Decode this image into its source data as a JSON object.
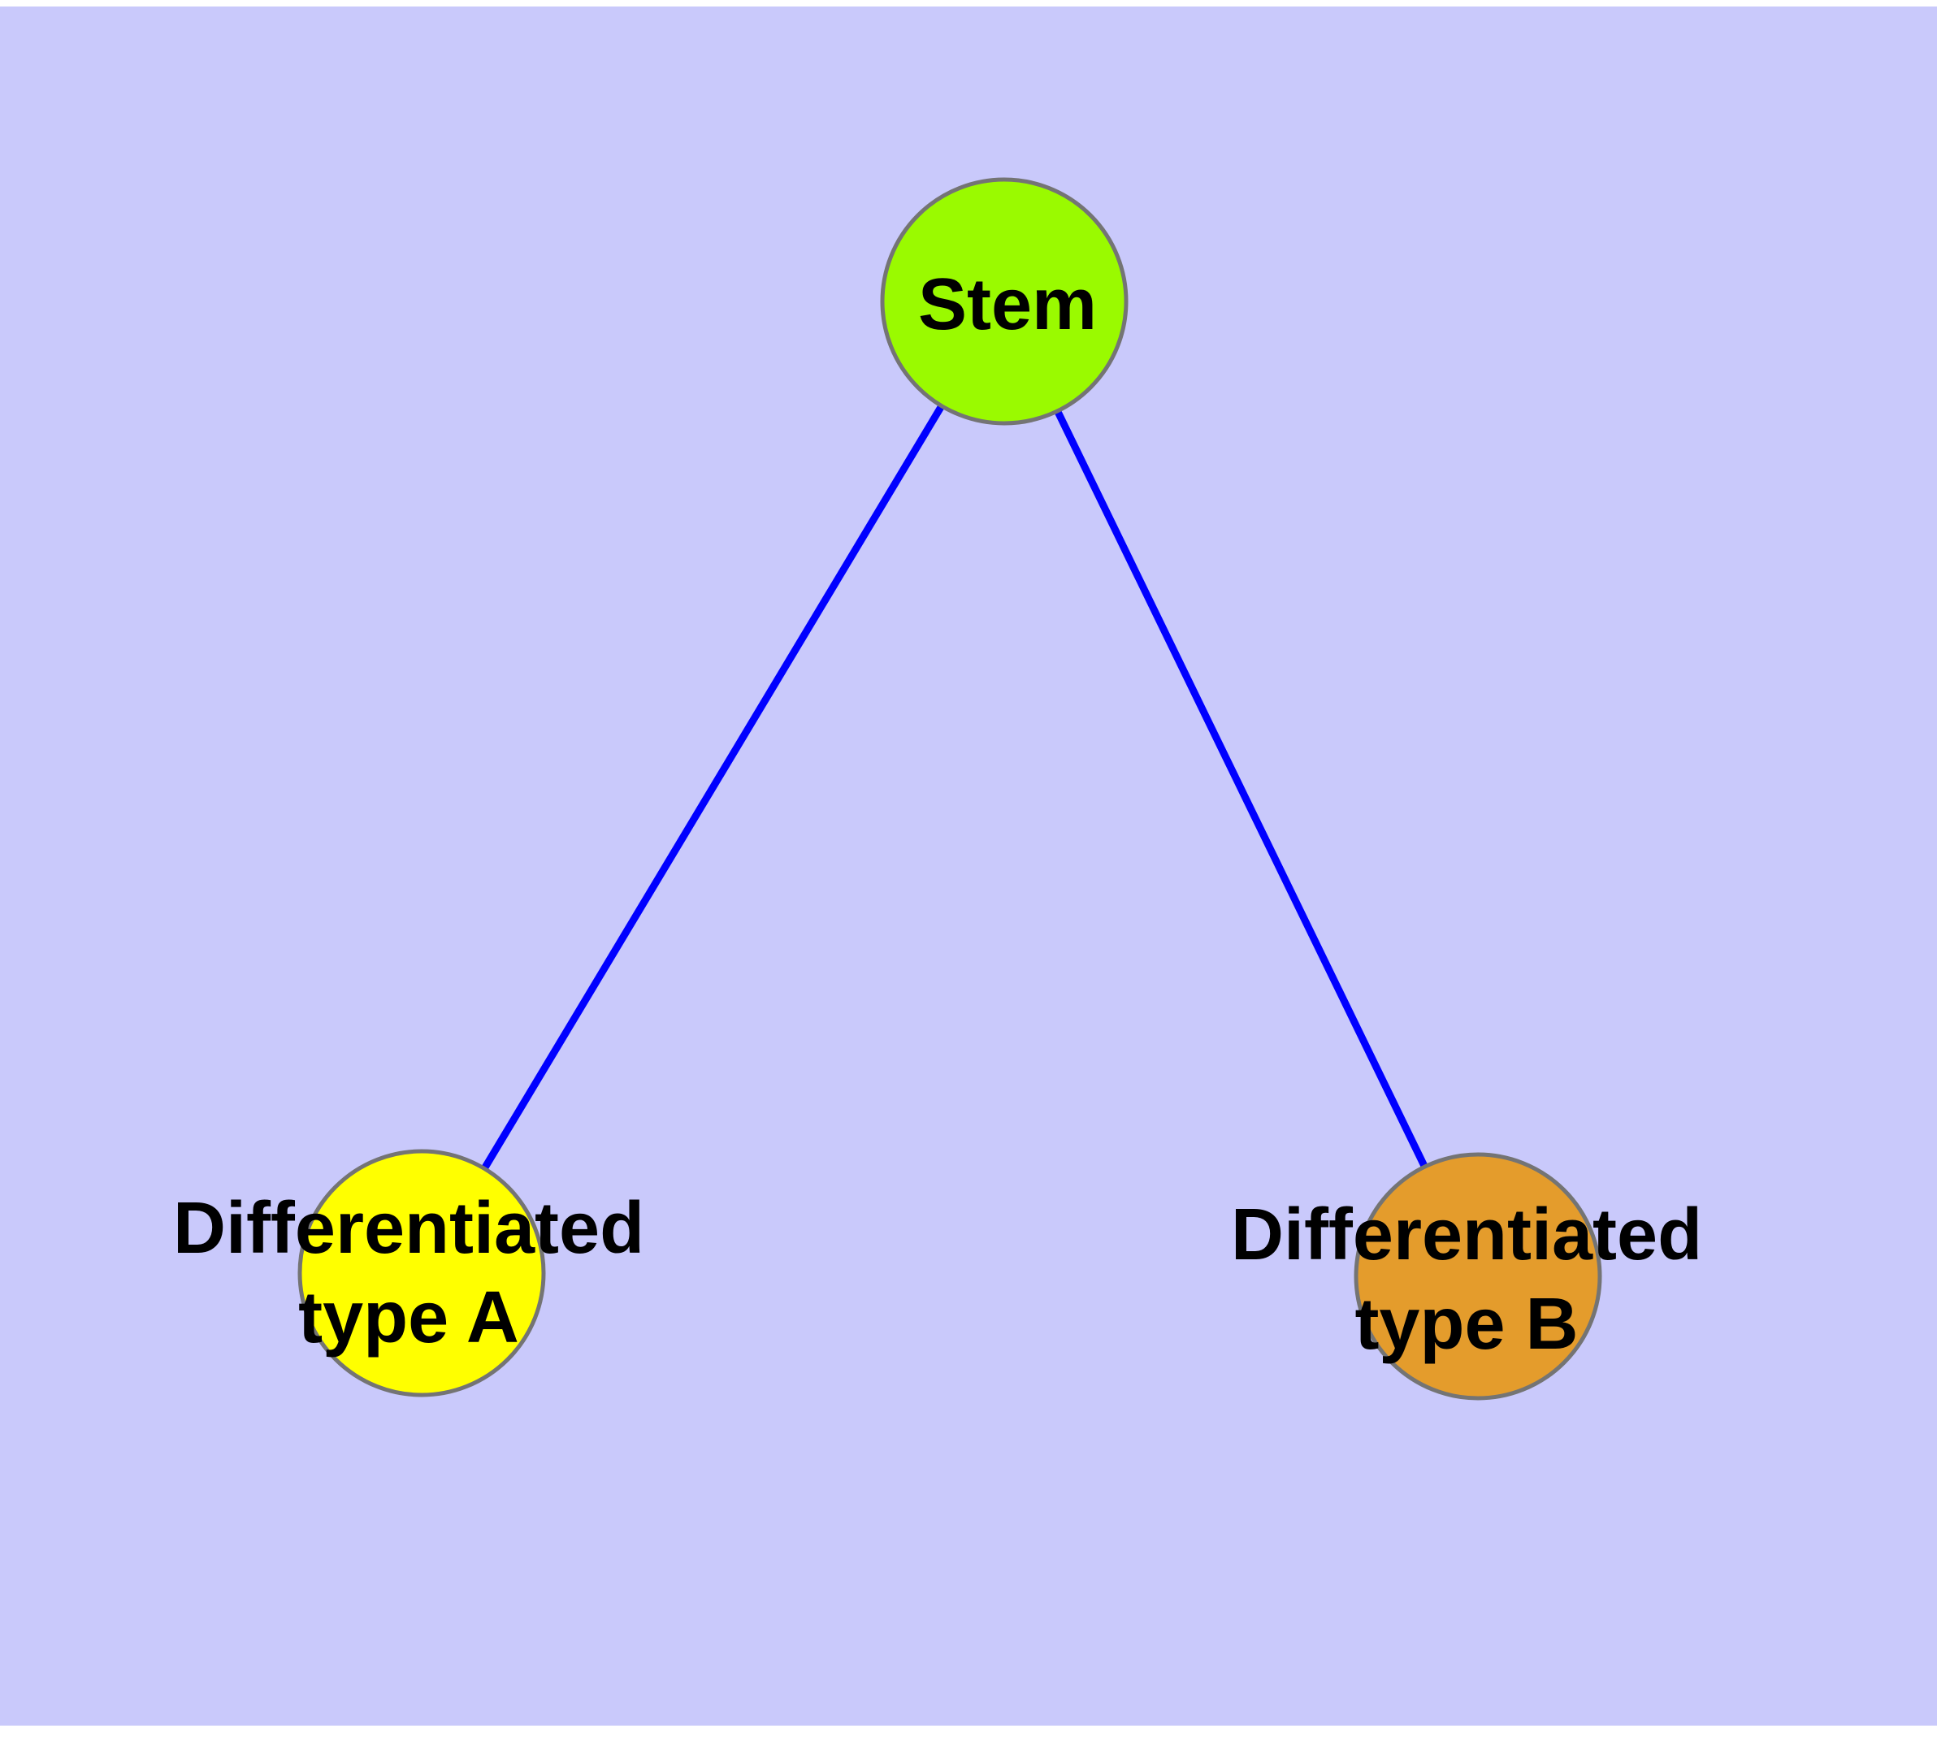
{
  "diagram": {
    "background_color": "#C9C9FB",
    "margin_color": "#FFFFFF",
    "edge_color": "#0000FF",
    "node_border_color": "#747474",
    "label_color": "#000000",
    "nodes": {
      "stem": {
        "label": "Stem",
        "fill": "#9AFA00"
      },
      "typeA": {
        "label_line1": "Differentiated",
        "label_line2": "type A",
        "fill": "#FFFF00"
      },
      "typeB": {
        "label_line1": "Differentiated",
        "label_line2": "type B",
        "fill": "#E49C2C"
      }
    },
    "edges": [
      {
        "from": "Stem",
        "to": "Differentiated type A"
      },
      {
        "from": "Stem",
        "to": "Differentiated type B"
      }
    ]
  }
}
